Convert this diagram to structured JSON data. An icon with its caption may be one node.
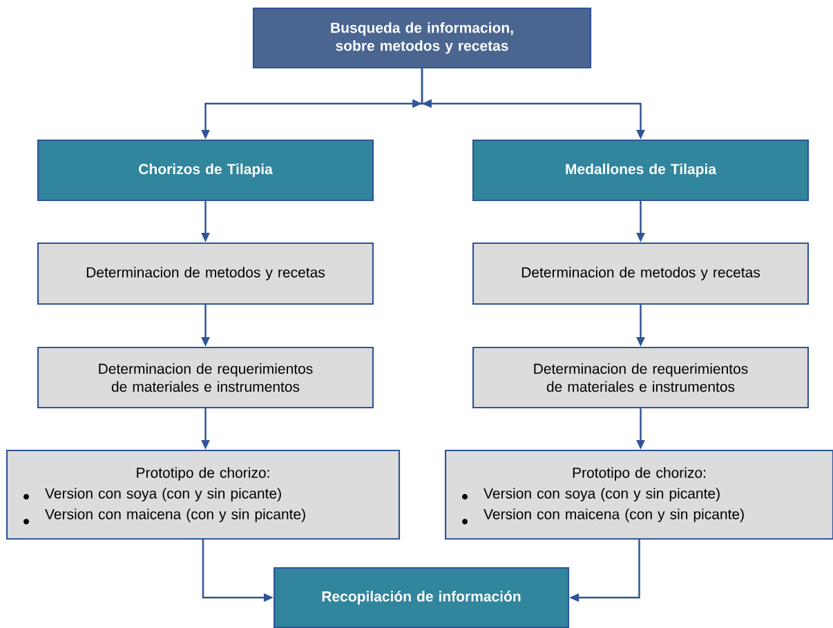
{
  "diagram": {
    "nodes": [
      {
        "text": [
          "Busqueda de informacion, sobre metodos y recetas"
        ]
      },
      {
        "text": [
          "Chorizos de Tilapia"
        ]
      },
      {
        "text": [
          "Medallones de Tilapia"
        ]
      },
      {
        "text": [
          "Determinacion de metodos y recetas"
        ]
      },
      {
        "text": [
          "Determinacion de metodos y recetas"
        ]
      },
      {
        "text": [
          "Determinacion de requerimientos de materiales e instrumentos"
        ]
      },
      {
        "text": [
          "Determinacion de requerimientos de materiales e instrumentos"
        ]
      },
      {
        "text": [
          "Prototipo de chorizo:",
          "Version con soya (con y sin picante)",
          "Version con maicena (con y sin picante)"
        ]
      },
      {
        "text": [
          "Prototipo de chorizo:",
          "Version con soya (con y sin picante)",
          "Version con maicena (con y sin picante)"
        ]
      },
      {
        "text": [
          "Recopilación de información"
        ]
      }
    ],
    "edges": [
      {
        "from": 0,
        "to": 1,
        "arrow": "to"
      },
      {
        "from": 0,
        "to": 2,
        "arrow": "to"
      },
      {
        "from": 1,
        "to": 3,
        "arrow": "to"
      },
      {
        "from": 3,
        "to": 5,
        "arrow": "to"
      },
      {
        "from": 5,
        "to": 7,
        "arrow": "to"
      },
      {
        "from": 2,
        "to": 4,
        "arrow": "to"
      },
      {
        "from": 4,
        "to": 6,
        "arrow": "to"
      },
      {
        "from": 6,
        "to": 8,
        "arrow": "to"
      },
      {
        "from": 7,
        "to": 9,
        "arrow": "to"
      },
      {
        "from": 8,
        "to": 9,
        "arrow": "to"
      }
    ]
  }
}
